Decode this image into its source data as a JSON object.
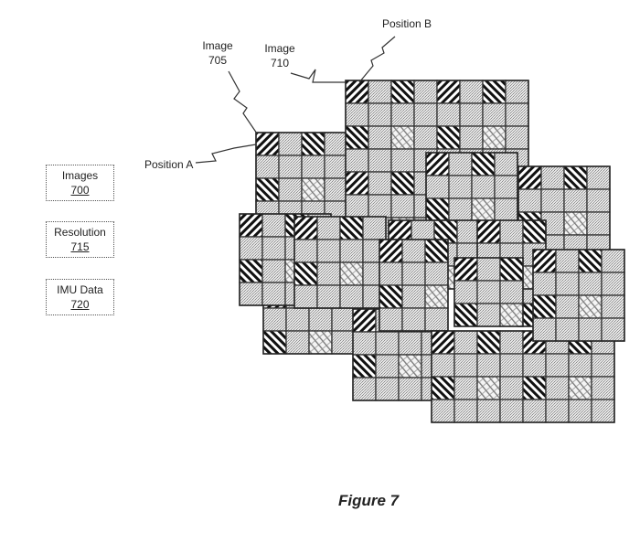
{
  "labels": {
    "image_705": [
      "Image",
      "705"
    ],
    "image_710": [
      "Image",
      "710"
    ],
    "position_a": "Position A",
    "position_b": "Position B"
  },
  "boxes": [
    {
      "title": "Images",
      "number": "700"
    },
    {
      "title": "Resolution",
      "number": "715"
    },
    {
      "title": "IMU Data",
      "number": "720"
    }
  ],
  "caption": "Figure 7",
  "colors": {
    "line": "#333333",
    "dots": "#bdbdbd"
  },
  "cell_pattern": [
    [
      "fwd-hatch",
      "dots",
      "back-hatch",
      "dots"
    ],
    [
      "dots",
      "dots",
      "dots",
      "dots"
    ],
    [
      "back-hatch",
      "dots",
      "cross-hatch",
      "dots"
    ],
    [
      "dots",
      "dots",
      "dots",
      "dots"
    ]
  ]
}
